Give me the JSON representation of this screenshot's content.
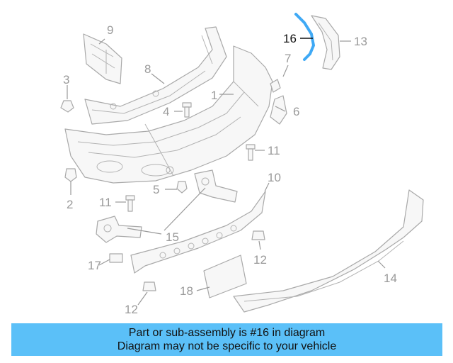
{
  "diagram": {
    "highlighted_part": "16",
    "colors": {
      "highlight": "#3fa9f5",
      "banner": "#5bc0f8",
      "line_art": "#a9a9a9"
    },
    "callouts": [
      "1",
      "2",
      "3",
      "4",
      "5",
      "6",
      "7",
      "8",
      "9",
      "10",
      "11",
      "11",
      "12",
      "12",
      "13",
      "14",
      "15",
      "16",
      "17",
      "18"
    ]
  },
  "banner": {
    "line1": "Part or sub-assembly is #16 in diagram",
    "line2": "Diagram may not be specific to your vehicle"
  }
}
